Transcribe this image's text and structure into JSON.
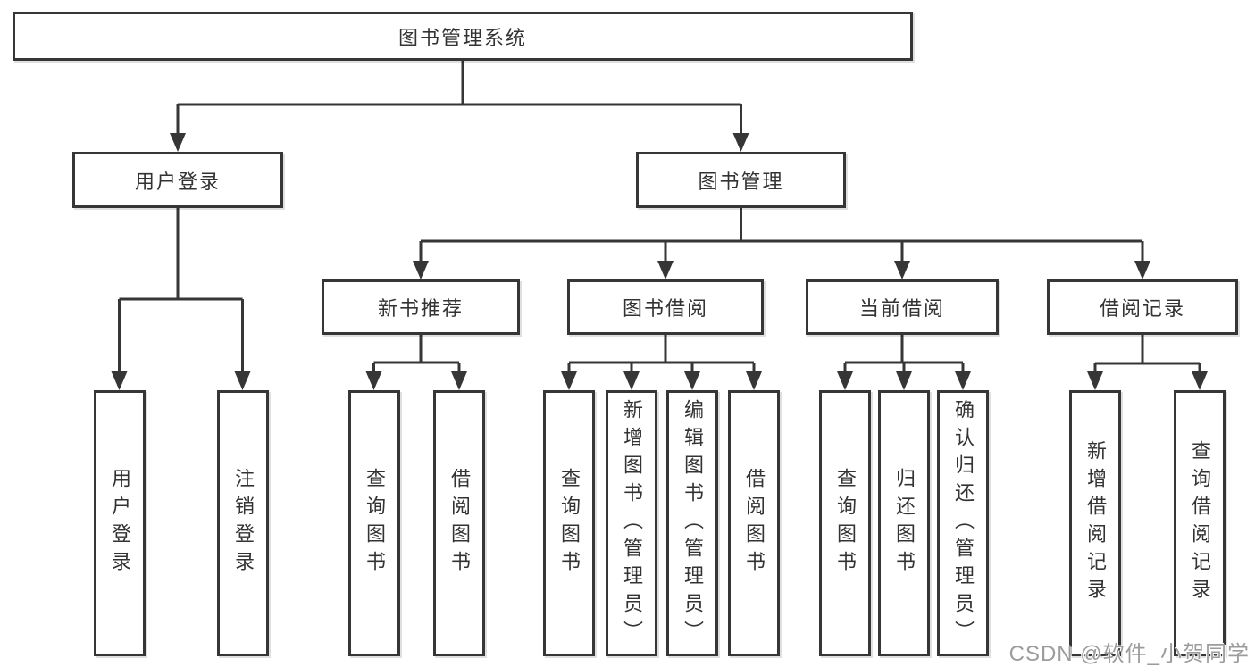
{
  "nodes": {
    "root": "图书管理系统",
    "level2": [
      "用户登录",
      "图书管理"
    ],
    "level3": [
      "新书推荐",
      "图书借阅",
      "当前借阅",
      "借阅记录"
    ],
    "leaves": {
      "user_login": [
        "用户登录",
        "注销登录"
      ],
      "new_book": [
        "查询图书",
        "借阅图书"
      ],
      "book_borrow": [
        "查询图书",
        "新增图书（管理员）",
        "编辑图书（管理员）",
        "借阅图书"
      ],
      "current_borrow": [
        "查询图书",
        "归还图书",
        "确认归还（管理员）"
      ],
      "borrow_record": [
        "新增借阅记录",
        "查询借阅记录"
      ]
    }
  },
  "watermark": "CSDN @软件_小贺同学",
  "colors": {
    "line": "#363636",
    "text": "#333333",
    "watermark": "#9c9c9c",
    "background": "#ffffff"
  }
}
